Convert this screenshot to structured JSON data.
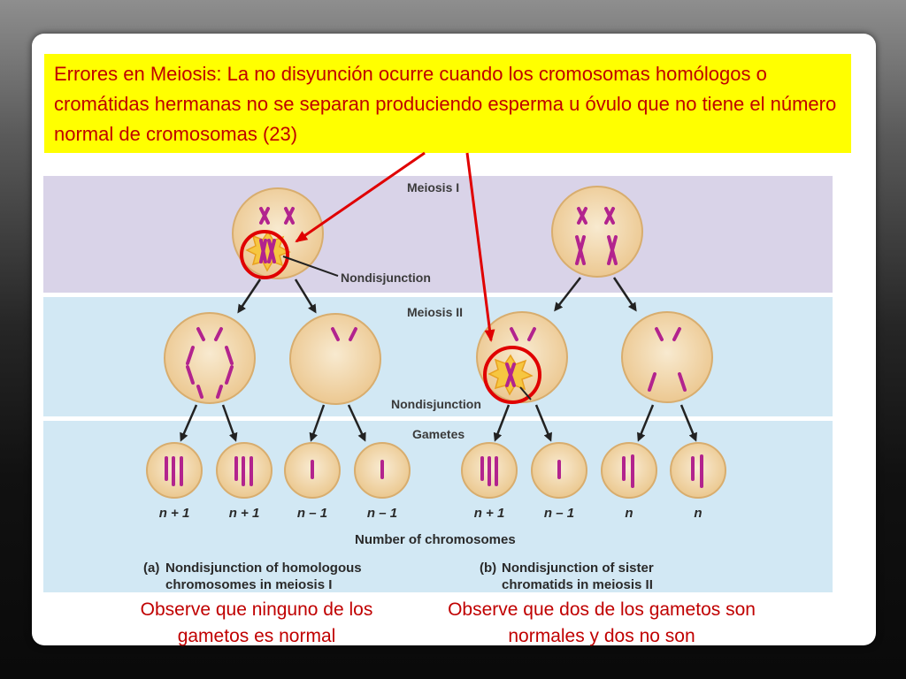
{
  "title": "Errores en Meiosis: La no disyunción ocurre cuando los cromosomas homólogos o cromátidas hermanas no se separan produciendo esperma u óvulo que no tiene el número normal de cromosomas (23)",
  "diagram": {
    "band_labels": {
      "meiosis_1": "Meiosis I",
      "meiosis_2": "Meiosis II",
      "gametes": "Gametes"
    },
    "nondisjunction_label": "Nondisjunction",
    "gamete_labels_a": [
      "n + 1",
      "n + 1",
      "n – 1",
      "n – 1"
    ],
    "gamete_labels_b": [
      "n + 1",
      "n – 1",
      "n",
      "n"
    ],
    "axis_label": "Number of chromosomes",
    "panel_a": {
      "letter": "(a)",
      "line1": "Nondisjunction of homologous",
      "line2": "chromosomes in meiosis I"
    },
    "panel_b": {
      "letter": "(b)",
      "line1": "Nondisjunction of sister",
      "line2": "chromatids in meiosis II"
    }
  },
  "captions": {
    "left": "Observe que ninguno de los gametos es normal",
    "right": "Observe que dos de los gametos son normales y dos no son"
  },
  "colors": {
    "title_bg": "#ffff00",
    "title_text": "#c00000",
    "meiosis1_band": "#d9d3e8",
    "meiosis2_band": "#d2e8f4",
    "chromosome": "#b2238e",
    "highlight": "#e00000"
  }
}
